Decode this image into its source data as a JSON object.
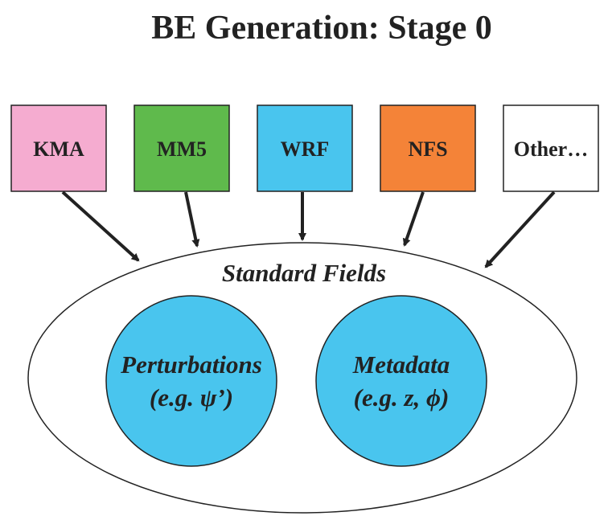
{
  "title": "BE Generation: Stage 0",
  "sources": [
    {
      "label": "KMA",
      "color": "#f5acd0"
    },
    {
      "label": "MM5",
      "color": "#5fba4c"
    },
    {
      "label": "WRF",
      "color": "#49c5ee"
    },
    {
      "label": "NFS",
      "color": "#f48338"
    },
    {
      "label": "Other…",
      "color": "#ffffff"
    }
  ],
  "container": {
    "label": "Standard Fields"
  },
  "components": [
    {
      "line1": "Perturbations",
      "line2": "(e.g. ψ’)",
      "color": "#49c5ee"
    },
    {
      "line1": "Metadata",
      "line2": "(e.g. z, ϕ)",
      "color": "#49c5ee"
    }
  ]
}
